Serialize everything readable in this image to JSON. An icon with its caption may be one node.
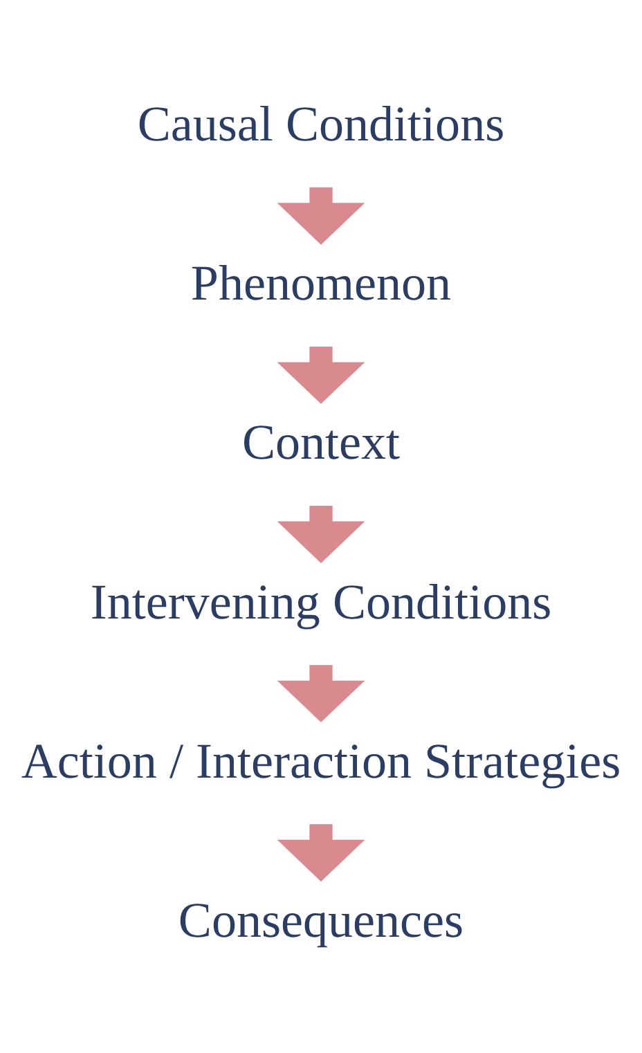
{
  "diagram": {
    "nodes": [
      {
        "text": [
          "Causal Conditions"
        ]
      },
      {
        "text": [
          "Phenomenon"
        ]
      },
      {
        "text": [
          "Context"
        ]
      },
      {
        "text": [
          "Intervening Conditions"
        ]
      },
      {
        "text": [
          "Action / Interaction Strategies"
        ]
      },
      {
        "text": [
          "Consequences"
        ]
      }
    ],
    "edges": [
      {
        "from": 0,
        "to": 1,
        "arrow": "to"
      },
      {
        "from": 1,
        "to": 2,
        "arrow": "to"
      },
      {
        "from": 2,
        "to": 3,
        "arrow": "to"
      },
      {
        "from": 3,
        "to": 4,
        "arrow": "to"
      },
      {
        "from": 4,
        "to": 5,
        "arrow": "to"
      }
    ]
  }
}
